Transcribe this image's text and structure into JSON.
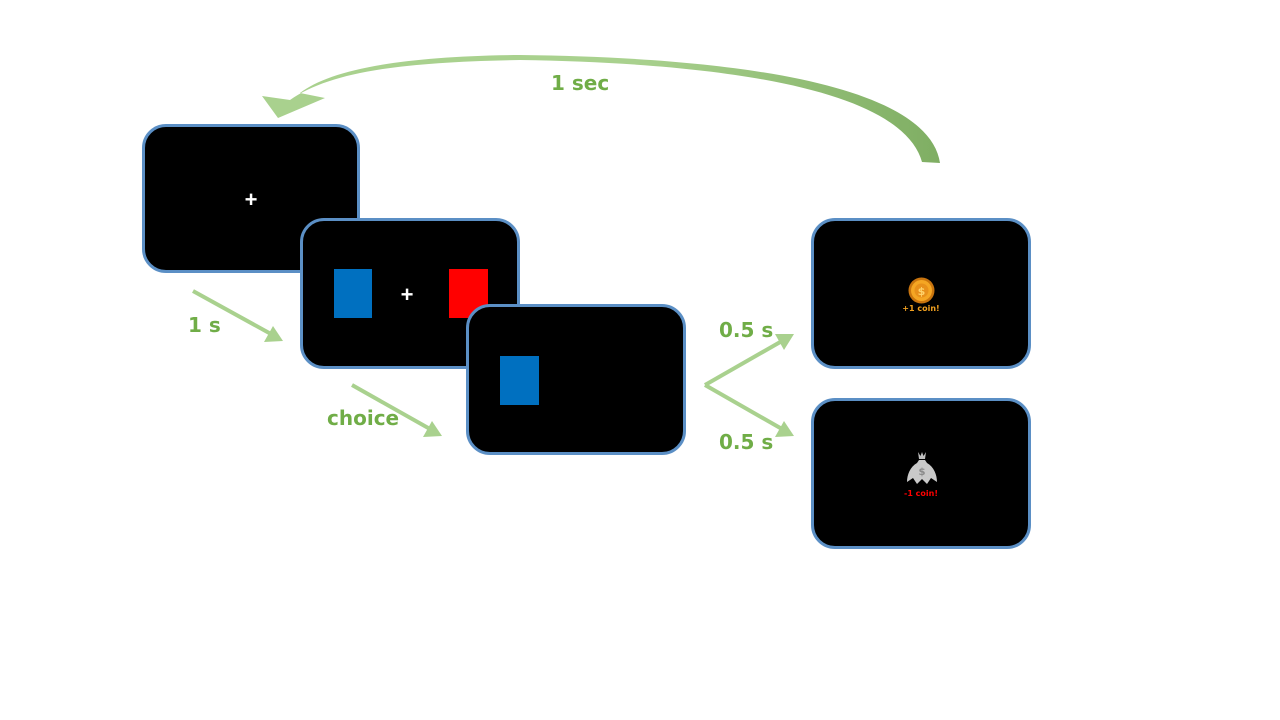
{
  "colors": {
    "arrow": "#a9d18e",
    "label": "#70ad47",
    "screen_border": "#5b8fc5",
    "screen_bg": "#000000",
    "blue_stim": "#0070c0",
    "red_stim": "#ff0000",
    "gain_text": "#f0a020",
    "loss_text": "#ff0000"
  },
  "labels": {
    "loop": "1 sec",
    "fixation_duration": "1 s",
    "choice": "choice",
    "gain_duration": "0.5 s",
    "loss_duration": "0.5 s"
  },
  "screens": {
    "fixation": {
      "symbol": "+"
    },
    "options": {
      "symbol": "+",
      "left_color": "blue",
      "right_color": "red"
    },
    "chosen": {
      "color": "blue"
    },
    "gain": {
      "icon": "gold-coin-icon",
      "text": "+1 coin!"
    },
    "loss": {
      "icon": "money-bag-icon",
      "text": "-1 coin!"
    }
  }
}
